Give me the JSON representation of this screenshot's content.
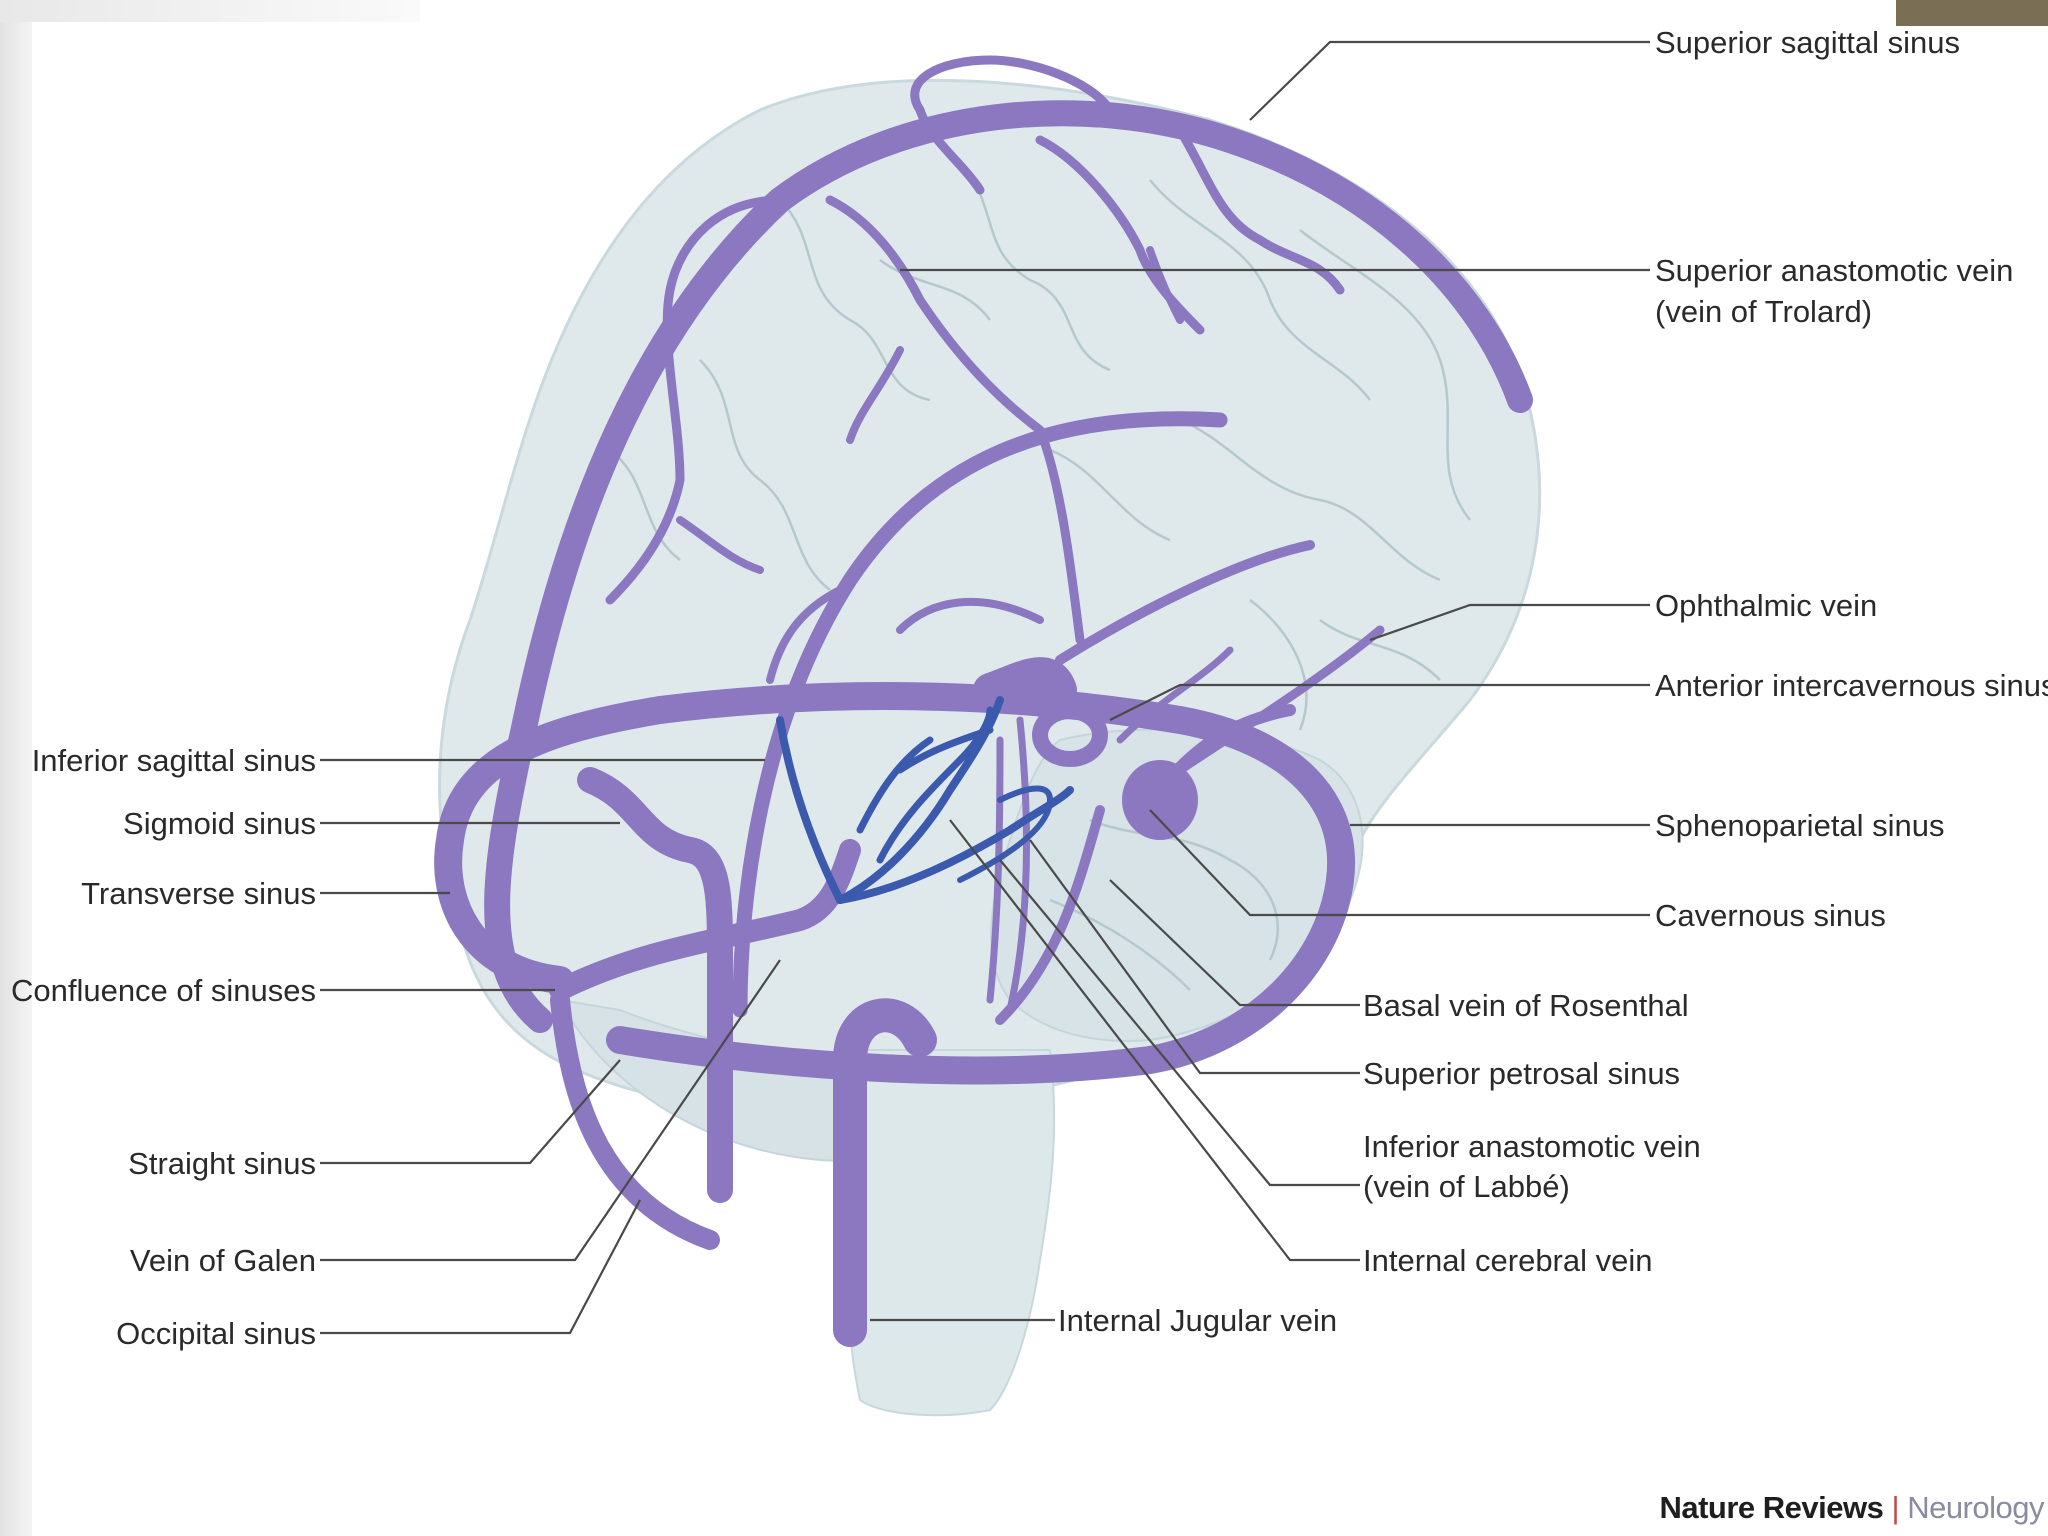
{
  "labels": {
    "superior_sagittal_sinus": "Superior sagittal sinus",
    "superior_anastomotic_vein_1": "Superior anastomotic vein",
    "superior_anastomotic_vein_2": "(vein of Trolard)",
    "ophthalmic_vein": "Ophthalmic vein",
    "anterior_intercavernous_sinus": "Anterior intercavernous sinus",
    "sphenoparietal_sinus": "Sphenoparietal sinus",
    "cavernous_sinus": "Cavernous sinus",
    "basal_vein": "Basal vein of Rosenthal",
    "superior_petrosal_sinus": "Superior petrosal sinus",
    "inferior_anastomotic_vein_1": "Inferior anastomotic vein",
    "inferior_anastomotic_vein_2": "(vein of Labbé)",
    "internal_cerebral_vein": "Internal cerebral vein",
    "internal_jugular_vein": "Internal Jugular vein",
    "inferior_sagittal_sinus": "Inferior sagittal sinus",
    "sigmoid_sinus": "Sigmoid sinus",
    "transverse_sinus": "Transverse sinus",
    "confluence_of_sinuses": "Confluence of sinuses",
    "straight_sinus": "Straight sinus",
    "vein_of_galen": "Vein of Galen",
    "occipital_sinus": "Occipital sinus"
  },
  "credit": {
    "journal": "Nature Reviews",
    "separator": "|",
    "section": "Neurology"
  },
  "colors": {
    "brain_fill": "#dfe9ec",
    "vein": "#8b78c0",
    "deep_vein": "#3b59ad",
    "corner_accent": "#7a6e55"
  }
}
